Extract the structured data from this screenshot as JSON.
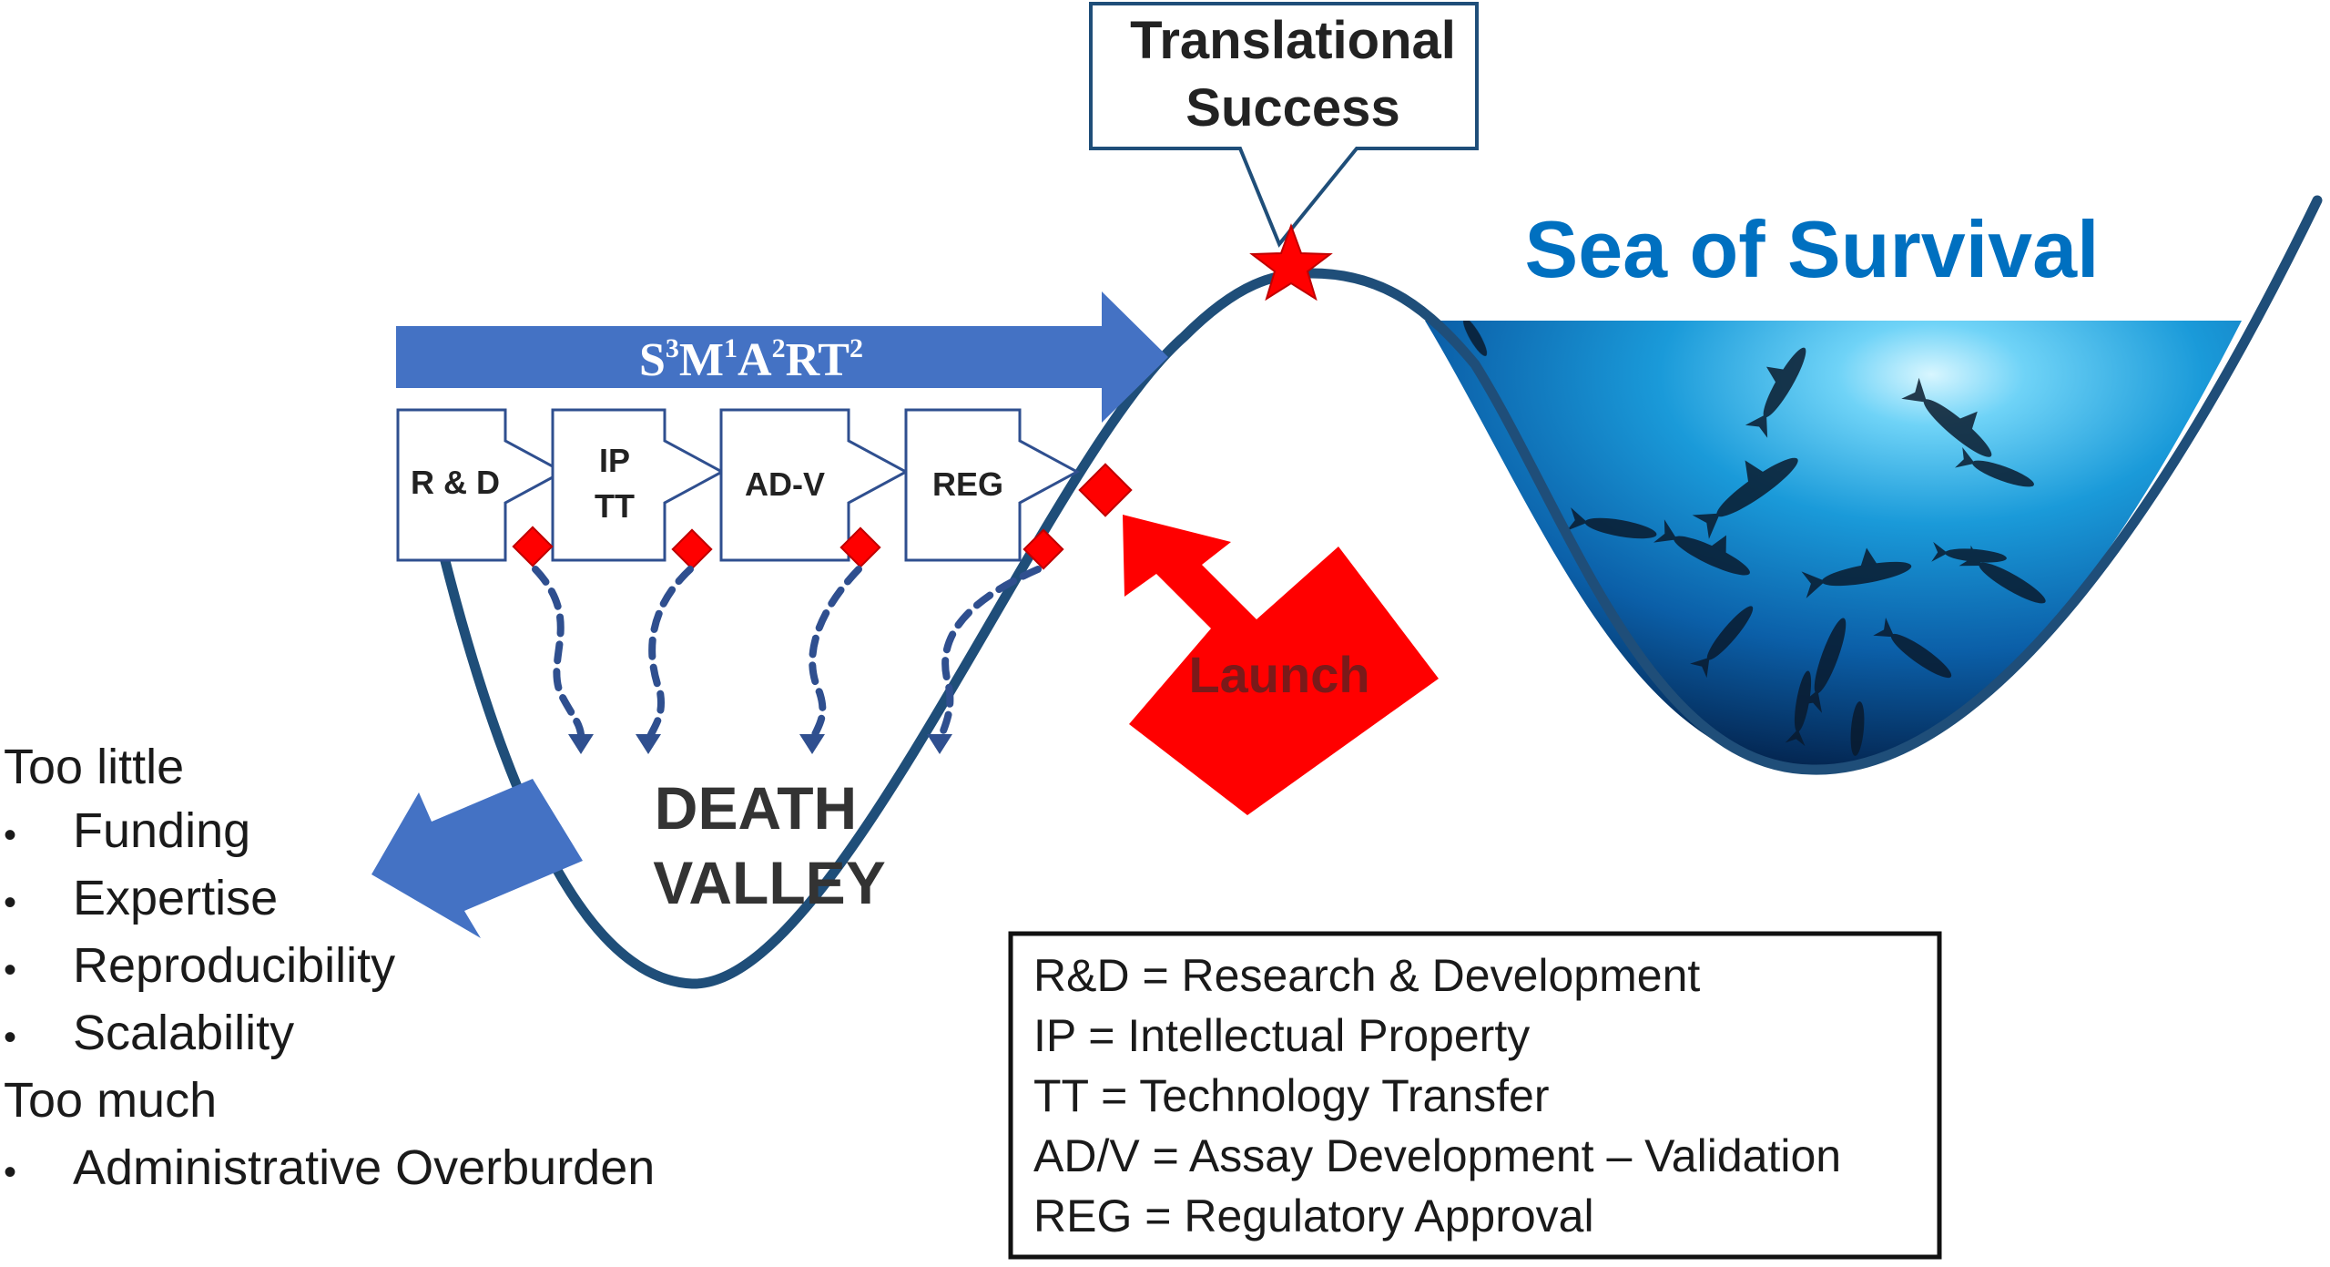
{
  "top_box": {
    "line1": "Translational",
    "line2": "Success"
  },
  "sea": {
    "title": "Sea of Survival"
  },
  "arrow_formula": {
    "S": "S",
    "s_sup": "3",
    "M": "M",
    "m_sup": "1",
    "A": "A",
    "a_sup": "2",
    "RT": "RT",
    "rt_sup": "2"
  },
  "stages": {
    "rd": "R & D",
    "ip": "IP",
    "tt": "TT",
    "adv": "AD-V",
    "reg": "REG"
  },
  "launch": "Launch",
  "valley": {
    "line1": "DEATH",
    "line2": "VALLEY"
  },
  "problems": {
    "too_little": "Too little",
    "little_items": [
      "Funding",
      "Expertise",
      "Reproducibility",
      "Scalability"
    ],
    "too_much": "Too much",
    "much_items": [
      "Administrative Overburden"
    ],
    "bullet": "•"
  },
  "legend": {
    "rows": [
      "R&D = Research & Development",
      "IP = Intellectual Property",
      "TT = Technology Transfer",
      "AD/V = Assay Development – Validation",
      "REG = Regulatory Approval"
    ]
  },
  "colors": {
    "curve": "#1f4e79",
    "arrow_blue": "#4472c4",
    "red": "#ff0000",
    "title_blue": "#0070c0",
    "text": "#1a1a1a"
  }
}
